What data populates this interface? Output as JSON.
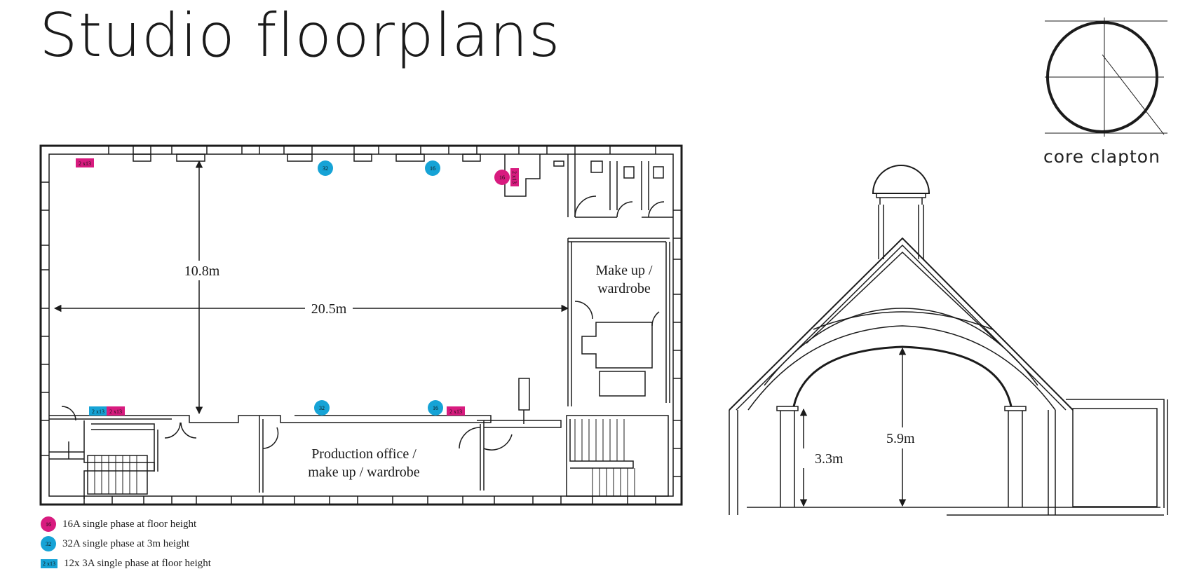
{
  "title": "Studio floorplans",
  "logo": {
    "text": "core clapton"
  },
  "colors": {
    "magenta": "#d81b7f",
    "cyan": "#16a3d6",
    "line": "#1b1b1b"
  },
  "floorplan": {
    "dim_width": "20.5m",
    "dim_height": "10.8m",
    "rooms": {
      "makeup_line1": "Make up /",
      "makeup_line2": "wardrobe",
      "production_line1": "Production office /",
      "production_line2": "make up / wardrobe"
    },
    "sockets": [
      {
        "type": "rect",
        "label": "2 x13",
        "color": "magenta"
      },
      {
        "type": "circle",
        "label": "32",
        "color": "cyan"
      },
      {
        "type": "circle",
        "label": "16",
        "color": "cyan"
      },
      {
        "type": "circle",
        "label": "16",
        "color": "magenta"
      },
      {
        "type": "rect",
        "label": "2 x13",
        "color": "magenta"
      },
      {
        "type": "rect",
        "label": "2 x13",
        "color": "cyan"
      },
      {
        "type": "rect",
        "label": "2 x13",
        "color": "magenta"
      },
      {
        "type": "circle",
        "label": "32",
        "color": "cyan"
      },
      {
        "type": "circle",
        "label": "16",
        "color": "cyan"
      },
      {
        "type": "rect",
        "label": "2 x13",
        "color": "magenta"
      }
    ]
  },
  "section": {
    "dim_low": "3.3m",
    "dim_high": "5.9m"
  },
  "legend": [
    {
      "symbol": "16",
      "shape": "circle",
      "color": "#d81b7f",
      "text": "16A single phase at floor height"
    },
    {
      "symbol": "32",
      "shape": "circle",
      "color": "#16a3d6",
      "text": "32A single phase at 3m height"
    },
    {
      "symbol": "2 x13",
      "shape": "rect",
      "color": "#16a3d6",
      "text": "12x 3A single phase at floor height"
    }
  ]
}
